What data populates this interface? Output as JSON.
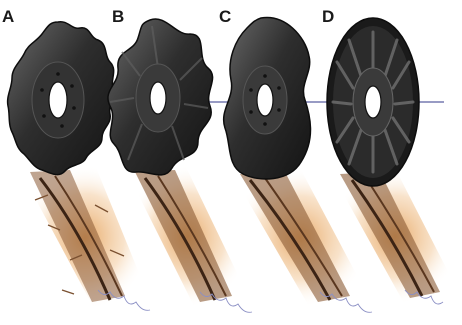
{
  "panels": [
    {
      "label": "A",
      "blade": "fluted-coulter-disc"
    },
    {
      "label": "B",
      "blade": "wavy-coulter-disc"
    },
    {
      "label": "C",
      "blade": "bubble-coulter-disc"
    },
    {
      "label": "D",
      "blade": "turbo-coulter-disc"
    }
  ],
  "colors": {
    "blade_dark": "#1f1f1f",
    "blade_mid": "#3a3a3a",
    "blade_light": "#6a6a6a",
    "soil_orange": "#d98a3a",
    "soil_brown": "#6b4326",
    "guide_line": "#5a5fa0"
  }
}
